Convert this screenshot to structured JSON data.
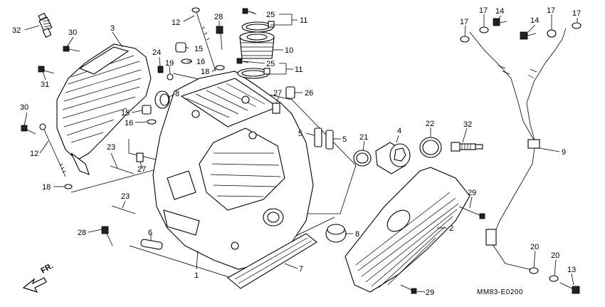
{
  "diagram_code": "MM83-E0200",
  "direction_label": "FR.",
  "callouts": [
    {
      "id": "c32a",
      "text": "32"
    },
    {
      "id": "c30a",
      "text": "30"
    },
    {
      "id": "c3",
      "text": "3"
    },
    {
      "id": "c31",
      "text": "31"
    },
    {
      "id": "c30b",
      "text": "30"
    },
    {
      "id": "c12a",
      "text": "12"
    },
    {
      "id": "c18a",
      "text": "18"
    },
    {
      "id": "c24",
      "text": "24"
    },
    {
      "id": "c19",
      "text": "19"
    },
    {
      "id": "c8a",
      "text": "8"
    },
    {
      "id": "c15a",
      "text": "15"
    },
    {
      "id": "c16a",
      "text": "16"
    },
    {
      "id": "c23a",
      "text": "23"
    },
    {
      "id": "c27a",
      "text": "27"
    },
    {
      "id": "c23b",
      "text": "23"
    },
    {
      "id": "c28a",
      "text": "28"
    },
    {
      "id": "c6",
      "text": "6"
    },
    {
      "id": "c1",
      "text": "1"
    },
    {
      "id": "c12b",
      "text": "12"
    },
    {
      "id": "c28b",
      "text": "28"
    },
    {
      "id": "c15b",
      "text": "15"
    },
    {
      "id": "c16b",
      "text": "16"
    },
    {
      "id": "c18b",
      "text": "18"
    },
    {
      "id": "c25a",
      "text": "25"
    },
    {
      "id": "c11a",
      "text": "11"
    },
    {
      "id": "c10",
      "text": "10"
    },
    {
      "id": "c25b",
      "text": "25"
    },
    {
      "id": "c11b",
      "text": "11"
    },
    {
      "id": "c27b",
      "text": "27"
    },
    {
      "id": "c26",
      "text": "26"
    },
    {
      "id": "c5a",
      "text": "5"
    },
    {
      "id": "c5b",
      "text": "5"
    },
    {
      "id": "c21",
      "text": "21"
    },
    {
      "id": "c4",
      "text": "4"
    },
    {
      "id": "c22",
      "text": "22"
    },
    {
      "id": "c32b",
      "text": "32"
    },
    {
      "id": "c29a",
      "text": "29"
    },
    {
      "id": "c2",
      "text": "2"
    },
    {
      "id": "c8b",
      "text": "8"
    },
    {
      "id": "c7",
      "text": "7"
    },
    {
      "id": "c29b",
      "text": "29"
    },
    {
      "id": "c17a",
      "text": "17"
    },
    {
      "id": "c17b",
      "text": "17"
    },
    {
      "id": "c14a",
      "text": "14"
    },
    {
      "id": "c14b",
      "text": "14"
    },
    {
      "id": "c17c",
      "text": "17"
    },
    {
      "id": "c17d",
      "text": "17"
    },
    {
      "id": "c9",
      "text": "9"
    },
    {
      "id": "c20a",
      "text": "20"
    },
    {
      "id": "c20b",
      "text": "20"
    },
    {
      "id": "c13",
      "text": "13"
    }
  ]
}
